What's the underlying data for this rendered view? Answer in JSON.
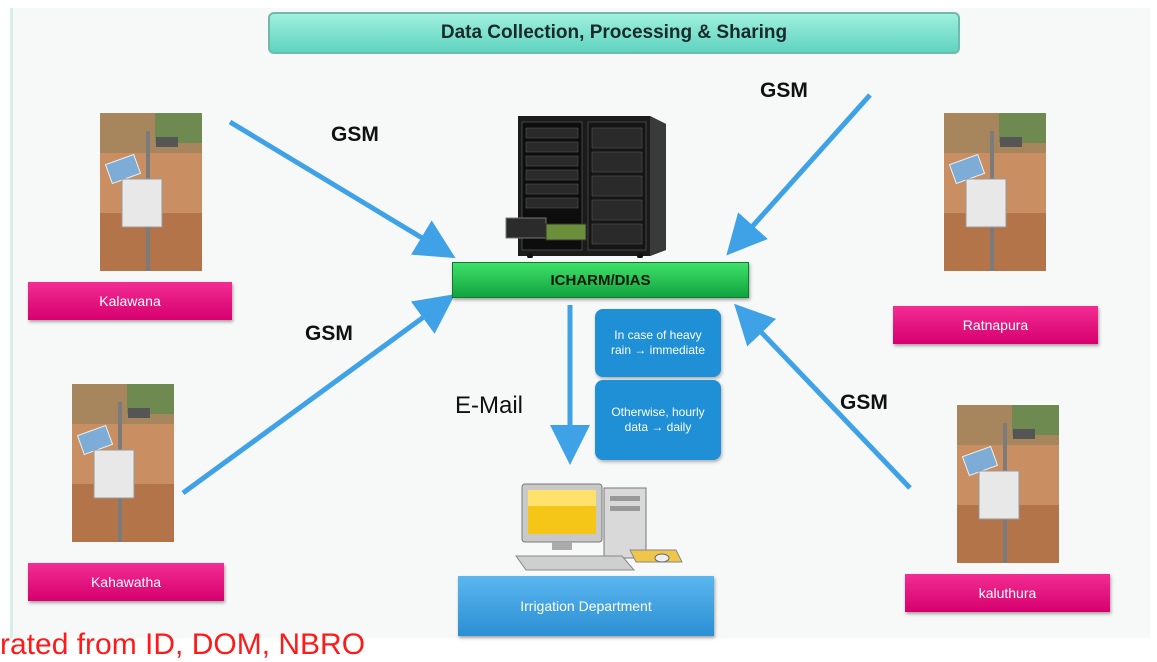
{
  "title": "Data Collection, Processing & Sharing",
  "hub_label": "ICHARM/DIAS",
  "link_labels": {
    "gsm_top_left": "GSM",
    "gsm_top_right": "GSM",
    "gsm_bottom_left": "GSM",
    "gsm_bottom_right": "GSM",
    "email": "E-Mail"
  },
  "stations": [
    {
      "name": "Kalawana"
    },
    {
      "name": "Kahawatha"
    },
    {
      "name": "Ratnapura"
    },
    {
      "name": "kaluthura"
    }
  ],
  "notes": {
    "heavy_rain": "In case of heavy rain → immediate",
    "otherwise": "Otherwise, hourly data → daily"
  },
  "destination": "Irrigation Department",
  "source_text": "rated from ID, DOM, NBRO",
  "colors": {
    "arrow": "#3fa2e6",
    "station_label": "#e6007a",
    "hub": "#22c552",
    "info_box": "#1f8fd6",
    "title_bar": "#7ee8d4",
    "source_text": "#ff1a1a"
  },
  "icons": {
    "server": "server-rack-icon",
    "computer": "desktop-computer-icon",
    "station_photo": "weather-station-photo"
  }
}
